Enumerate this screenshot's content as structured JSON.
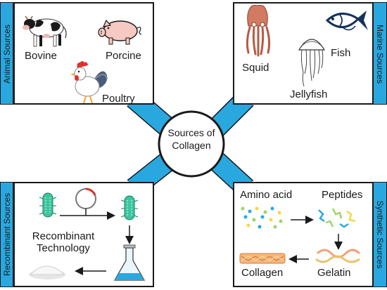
{
  "center": {
    "line1": "Sources of",
    "line2": "Collagen"
  },
  "colors": {
    "accent": "#29a8e0",
    "border": "#1a1a1a",
    "arrow": "#1a1a1a"
  },
  "panels": {
    "animal": {
      "side_label": "Animal Sources",
      "items": {
        "bovine": "Bovine",
        "porcine": "Porcine",
        "poultry": "Poultry"
      }
    },
    "marine": {
      "side_label": "Marine Sources",
      "items": {
        "squid": "Squid",
        "jellyfish": "Jellyfish",
        "fish": "Fish"
      }
    },
    "recombinant": {
      "side_label": "Recombinant Sources",
      "items": {
        "tech_line1": "Recombinant",
        "tech_line2": "Technology"
      }
    },
    "synthetic": {
      "side_label": "Synthetic Sources",
      "items": {
        "amino_acid": "Amino acid",
        "peptides": "Peptides",
        "gelatin": "Gelatin",
        "collagen": "Collagen"
      }
    }
  },
  "icons": [
    "cow-icon",
    "pig-icon",
    "rooster-icon",
    "squid-icon",
    "jellyfish-icon",
    "fish-icon",
    "bacterium-icon",
    "plasmid-icon",
    "flask-icon",
    "powder-icon",
    "molecules-icon",
    "collagen-fiber-icon"
  ]
}
